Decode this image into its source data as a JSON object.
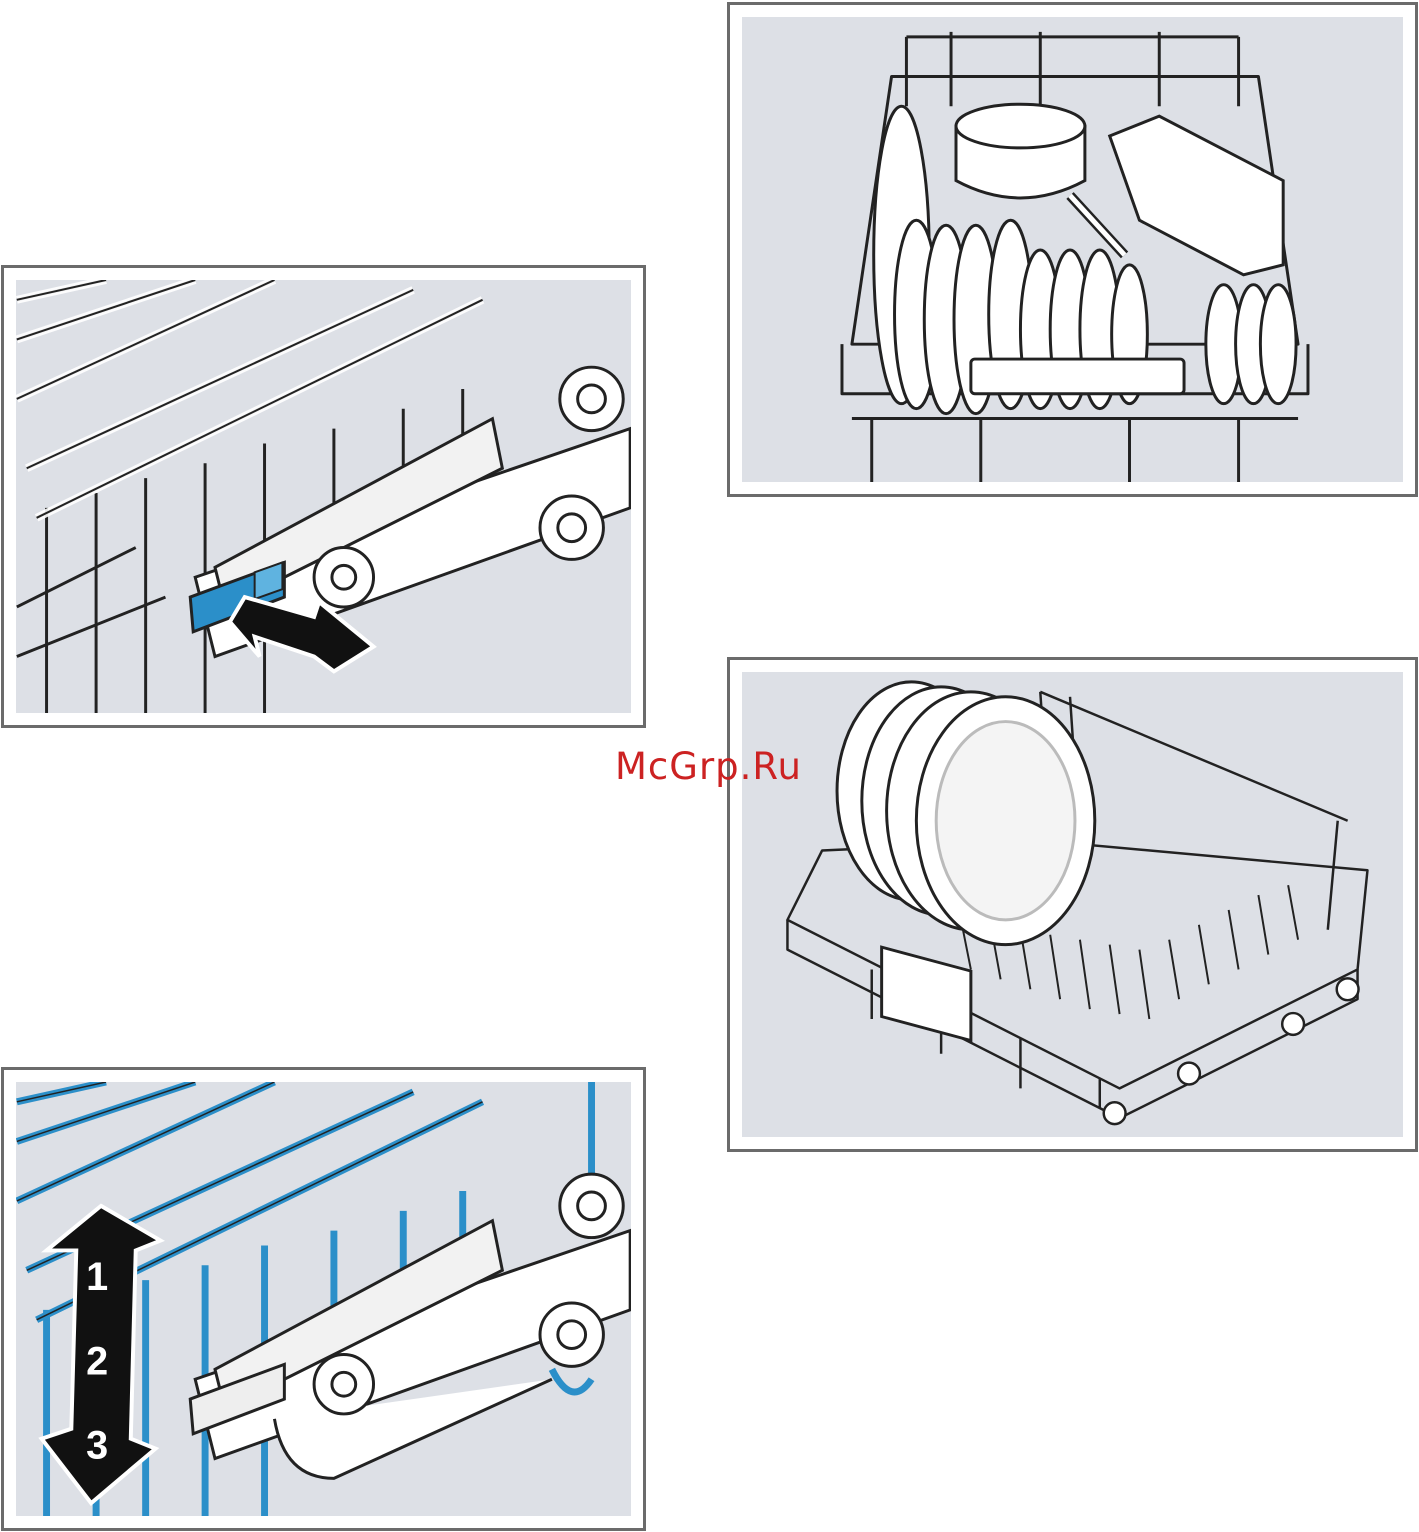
{
  "watermark": "McGrp.Ru",
  "colors": {
    "panel_bg": "#dde0e6",
    "frame": "#6b6b6b",
    "highlight_blue": "#2b8fc9",
    "watermark": "#cc2222"
  },
  "figures": [
    {
      "id": "rack-release-lever",
      "icons": [
        "rack-wire-icon",
        "blue-lever-icon",
        "push-arrow-icon",
        "roller-wheel-icon"
      ]
    },
    {
      "id": "upper-basket-loaded",
      "icons": [
        "basket-icon",
        "plate-icon",
        "pot-icon",
        "dish-icon"
      ]
    },
    {
      "id": "lower-basket-plates",
      "icons": [
        "basket-icon",
        "plate-icon",
        "wheel-icon"
      ]
    },
    {
      "id": "rack-height-levels",
      "icons": [
        "rack-wire-icon",
        "level-arrow-icon",
        "roller-wheel-icon"
      ]
    }
  ],
  "levels": [
    "1",
    "2",
    "3"
  ]
}
